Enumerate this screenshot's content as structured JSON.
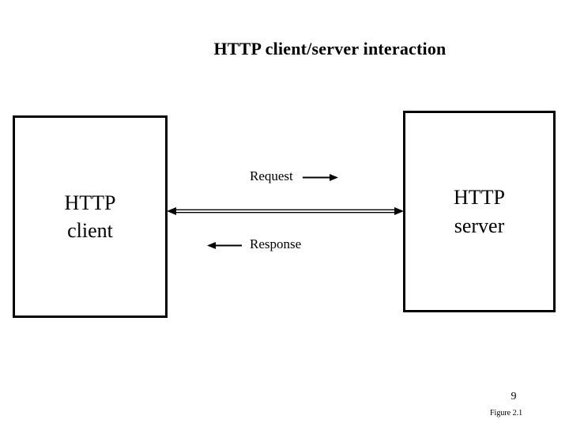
{
  "title": "HTTP client/server interaction",
  "client_box": {
    "label": "HTTP\nclient"
  },
  "server_box": {
    "label": "HTTP\nserver"
  },
  "flows": {
    "request_label": "Request",
    "response_label": "Response"
  },
  "footer": {
    "page_number": "9",
    "figure_caption": "Figure 2.1"
  },
  "colors": {
    "ink": "#000000",
    "background": "#ffffff"
  },
  "icons": {
    "request_arrow": "right-arrow",
    "response_arrow": "left-arrow",
    "connection_arrow": "double-line-bidirectional-arrow"
  }
}
